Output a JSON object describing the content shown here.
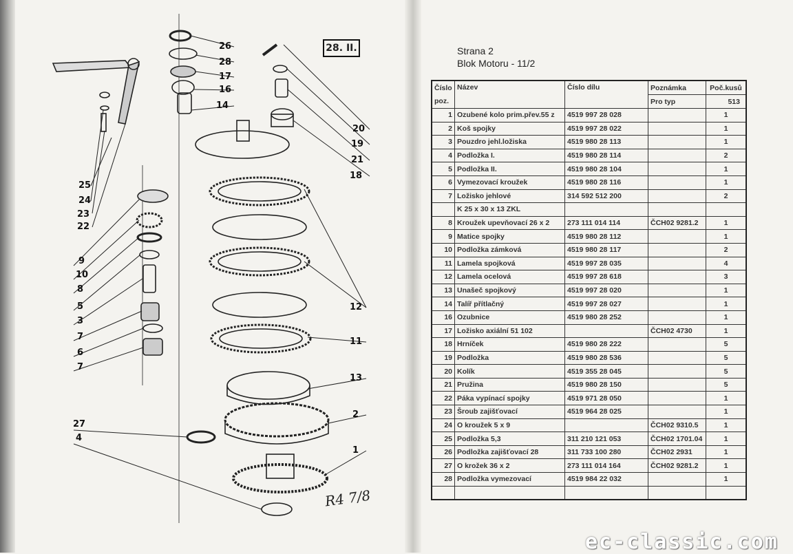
{
  "left_page": {
    "figure_label": "28. II.",
    "handwritten_note": "R4 7/8",
    "callouts": [
      "26",
      "28",
      "17",
      "16",
      "14",
      "20",
      "19",
      "21",
      "18",
      "12",
      "11",
      "13",
      "2",
      "1",
      "25",
      "24",
      "23",
      "22",
      "9",
      "10",
      "8",
      "5",
      "3",
      "7",
      "6",
      "7",
      "27",
      "4"
    ]
  },
  "right_page": {
    "page": "Strana 2",
    "section": "Blok Motoru - 11/2",
    "table": {
      "headers": {
        "pos_1": "Číslo",
        "pos_2": "poz.",
        "name": "Název",
        "part_no": "Číslo dílu",
        "note": "Poznámka",
        "note_sub": "Pro typ",
        "qty": "Poč.kusů",
        "qty_sub": "513"
      },
      "rows": [
        {
          "pos": "1",
          "name": "Ozubené kolo prim.přev.55 z",
          "part_no": "4519 997 28 028",
          "note": "",
          "qty": "1"
        },
        {
          "pos": "2",
          "name": "Koš spojky",
          "part_no": "4519 997 28 022",
          "note": "",
          "qty": "1"
        },
        {
          "pos": "3",
          "name": "Pouzdro jehl.ložiska",
          "part_no": "4519 980 28 113",
          "note": "",
          "qty": "1"
        },
        {
          "pos": "4",
          "name": "Podložka I.",
          "part_no": "4519 980 28 114",
          "note": "",
          "qty": "2"
        },
        {
          "pos": "5",
          "name": "Podložka II.",
          "part_no": "4519 980 28 104",
          "note": "",
          "qty": "1"
        },
        {
          "pos": "6",
          "name": "Vymezovací kroužek",
          "part_no": "4519 980 28 116",
          "note": "",
          "qty": "1"
        },
        {
          "pos": "7",
          "name": "Ložisko jehlové",
          "part_no": "314 592 512 200",
          "note": "",
          "qty": "2"
        },
        {
          "pos": "",
          "name": "K 25 x 30 x 13 ZKL",
          "part_no": "",
          "note": "",
          "qty": ""
        },
        {
          "pos": "8",
          "name": "Kroužek upevňovací 26 x 2",
          "part_no": "273 111 014 114",
          "note": "ČCH02 9281.2",
          "qty": "1"
        },
        {
          "pos": "9",
          "name": "Matice spojky",
          "part_no": "4519 980 28 112",
          "note": "",
          "qty": "1"
        },
        {
          "pos": "10",
          "name": "Podložka zámková",
          "part_no": "4519 980 28 117",
          "note": "",
          "qty": "2"
        },
        {
          "pos": "11",
          "name": "Lamela spojková",
          "part_no": "4519 997 28 035",
          "note": "",
          "qty": "4"
        },
        {
          "pos": "12",
          "name": "Lamela ocelová",
          "part_no": "4519 997 28 618",
          "note": "",
          "qty": "3"
        },
        {
          "pos": "13",
          "name": "Unašeč spojkový",
          "part_no": "4519 997 28 020",
          "note": "",
          "qty": "1"
        },
        {
          "pos": "14",
          "name": "Talíř přítlačný",
          "part_no": "4519 997 28 027",
          "note": "",
          "qty": "1"
        },
        {
          "pos": "16",
          "name": "Ozubnice",
          "part_no": "4519 980 28 252",
          "note": "",
          "qty": "1"
        },
        {
          "pos": "17",
          "name": "Ložisko axiální 51 102",
          "part_no": "",
          "note": "ČCH02 4730",
          "qty": "1"
        },
        {
          "pos": "18",
          "name": "Hrníček",
          "part_no": "4519 980 28 222",
          "note": "",
          "qty": "5"
        },
        {
          "pos": "19",
          "name": "Podložka",
          "part_no": "4519 980 28 536",
          "note": "",
          "qty": "5"
        },
        {
          "pos": "20",
          "name": "Kolík",
          "part_no": "4519 355 28 045",
          "note": "",
          "qty": "5"
        },
        {
          "pos": "21",
          "name": "Pružina",
          "part_no": "4519 980 28 150",
          "note": "",
          "qty": "5"
        },
        {
          "pos": "22",
          "name": "Páka vypínací spojky",
          "part_no": "4519 971 28 050",
          "note": "",
          "qty": "1"
        },
        {
          "pos": "23",
          "name": "Šroub zajišťovací",
          "part_no": "4519 964 28 025",
          "note": "",
          "qty": "1"
        },
        {
          "pos": "24",
          "name": "O kroužek 5 x 9",
          "part_no": "",
          "note": "ČCH02 9310.5",
          "qty": "1"
        },
        {
          "pos": "25",
          "name": "Podložka 5,3",
          "part_no": "311 210 121 053",
          "note": "ČCH02 1701.04",
          "qty": "1"
        },
        {
          "pos": "26",
          "name": "Podložka zajišťovací 28",
          "part_no": "311 733 100 280",
          "note": "ČCH02 2931",
          "qty": "1"
        },
        {
          "pos": "27",
          "name": "O krožek 36 x 2",
          "part_no": "273 111 014 164",
          "note": "ČCH02 9281.2",
          "qty": "1"
        },
        {
          "pos": "28",
          "name": "Podložka vymezovací",
          "part_no": "4519 984 22 032",
          "note": "",
          "qty": "1"
        }
      ]
    }
  },
  "watermark": "ec-classic.com"
}
